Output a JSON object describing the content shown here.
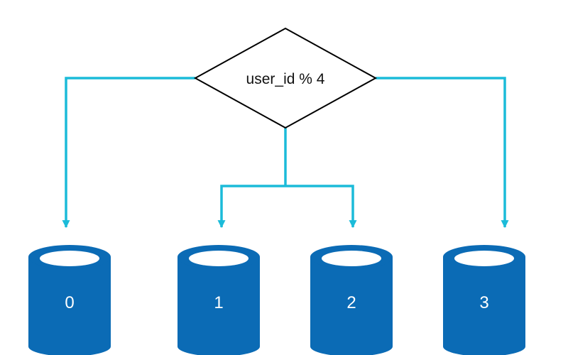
{
  "diagram": {
    "router": {
      "label": "user_id % 4"
    },
    "shards": [
      {
        "label": "0"
      },
      {
        "label": "1"
      },
      {
        "label": "2"
      },
      {
        "label": "3"
      }
    ],
    "colors": {
      "connector": "#1bbbd9",
      "database": "#0b6bb5",
      "database_top": "#ffffff",
      "diamond_stroke": "#000000"
    }
  }
}
